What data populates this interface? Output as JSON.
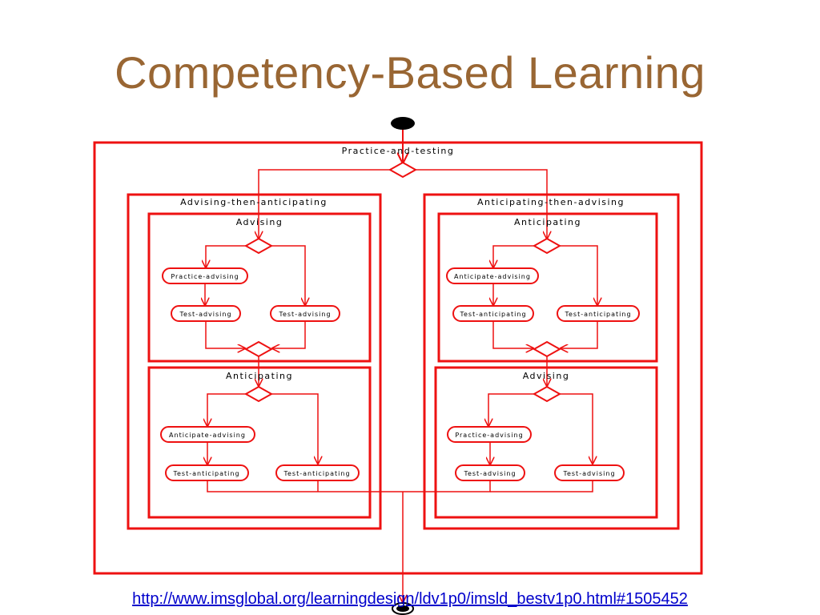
{
  "slide": {
    "title": "Competency-Based Learning",
    "link_text": "http://www.imsglobal.org/learningdesign/ldv1p0/imsld_bestv1p0.html#1505452",
    "colors": {
      "title": "#996633",
      "diagram": "#ee1111",
      "link": "#0000cc"
    }
  },
  "diagram": {
    "outer_label": "Practice-and-testing",
    "left": {
      "label": "Advising-then-anticipating",
      "top": {
        "label": "Advising",
        "branch_a_first": "Practice-advising",
        "branch_a_second": "Test-advising",
        "branch_b": "Test-advising"
      },
      "bottom": {
        "label": "Anticipating",
        "branch_a_first": "Anticipate-advising",
        "branch_a_second": "Test-anticipating",
        "branch_b": "Test-anticipating"
      }
    },
    "right": {
      "label": "Anticipating-then-advising",
      "top": {
        "label": "Anticipating",
        "branch_a_first": "Anticipate-advising",
        "branch_a_second": "Test-anticipating",
        "branch_b": "Test-anticipating"
      },
      "bottom": {
        "label": "Advising",
        "branch_a_first": "Practice-advising",
        "branch_a_second": "Test-advising",
        "branch_b": "Test-advising"
      }
    }
  }
}
